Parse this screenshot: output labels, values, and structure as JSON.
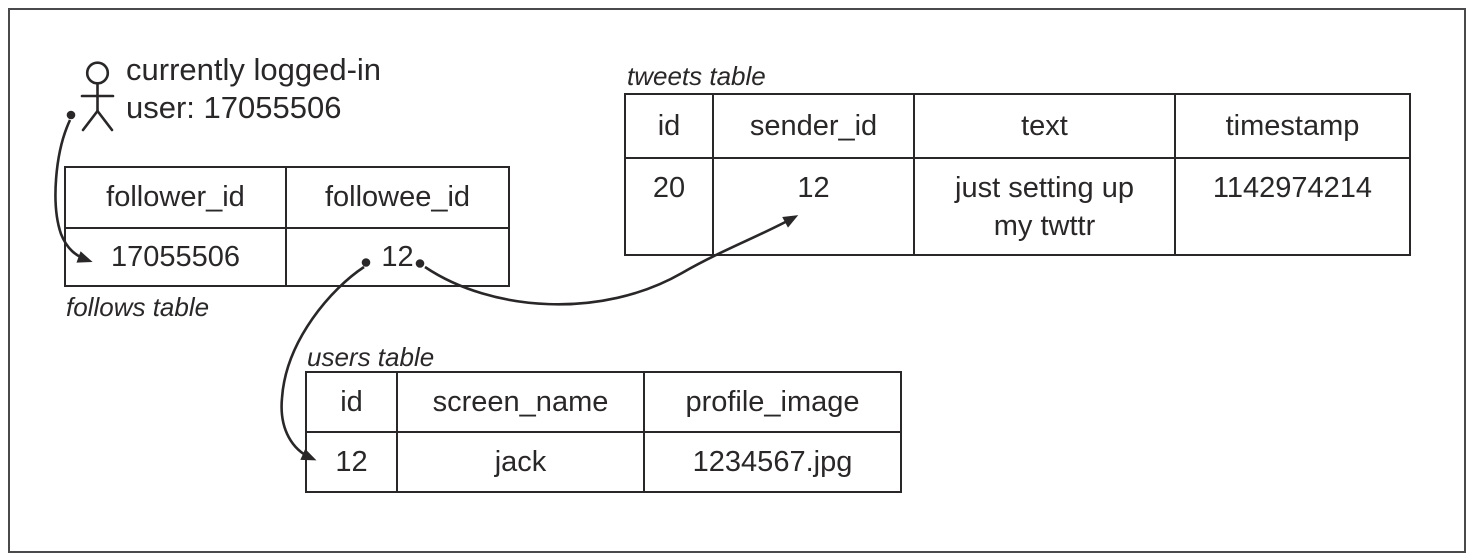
{
  "figure": {
    "user_annotation": {
      "line1": "currently logged-in",
      "line2": "user: 17055506"
    },
    "tables": {
      "follows": {
        "label": "follows table",
        "columns": [
          "follower_id",
          "followee_id"
        ],
        "row": [
          "17055506",
          "12"
        ]
      },
      "tweets": {
        "label": "tweets table",
        "columns": [
          "id",
          "sender_id",
          "text",
          "timestamp"
        ],
        "row": [
          "20",
          "12",
          "just setting up my twttr",
          "1142974214"
        ]
      },
      "users": {
        "label": "users table",
        "columns": [
          "id",
          "screen_name",
          "profile_image"
        ],
        "row": [
          "12",
          "jack",
          "1234567.jpg"
        ]
      }
    },
    "relations": [
      {
        "from": "logged-in user (17055506)",
        "to": "follows.follower_id = 17055506"
      },
      {
        "from": "follows.followee_id = 12",
        "to": "users.id = 12"
      },
      {
        "from": "follows.followee_id = 12",
        "to": "tweets.sender_id = 12"
      }
    ],
    "colors": {
      "ink": "#2a2729",
      "frame": "#4a4a4c",
      "background": "#ffffff"
    }
  }
}
